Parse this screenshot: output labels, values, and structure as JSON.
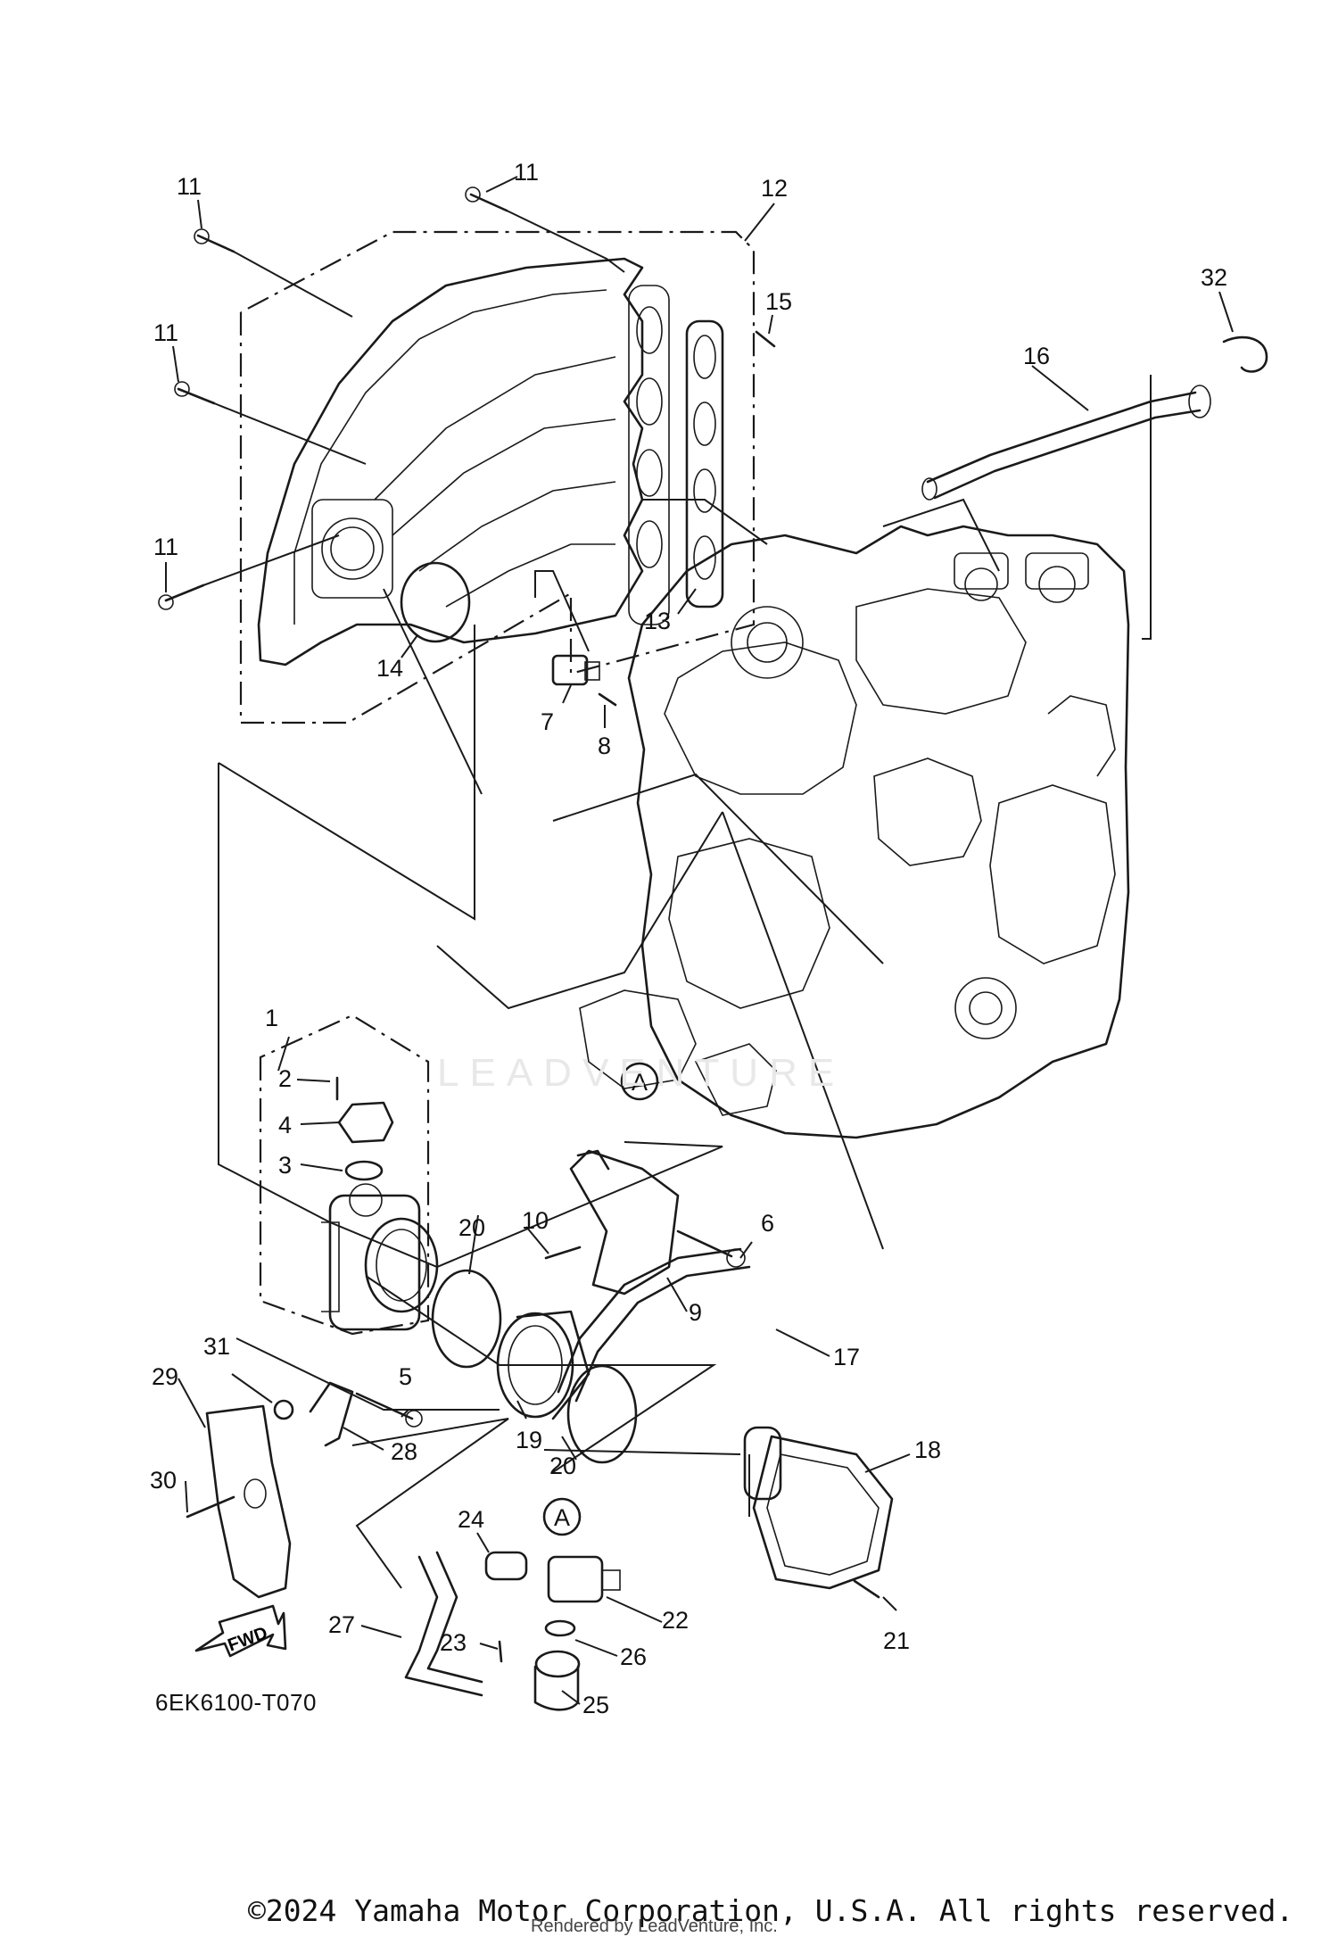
{
  "diagram_code": "6EK6100-T070",
  "watermark": "LEADVENTURE",
  "copyright": "©2024 Yamaha Motor Corporation, U.S.A. All rights reserved.",
  "rendered_by": "Rendered by LeadVenture, Inc.",
  "fwd_label": "FWD",
  "reference_marker": "A",
  "callouts": [
    "1",
    "2",
    "3",
    "4",
    "5",
    "6",
    "7",
    "8",
    "9",
    "10",
    "11",
    "11",
    "11",
    "11",
    "12",
    "13",
    "14",
    "15",
    "16",
    "17",
    "18",
    "19",
    "20",
    "20",
    "21",
    "22",
    "23",
    "24",
    "25",
    "26",
    "27",
    "28",
    "29",
    "30",
    "31",
    "32"
  ]
}
